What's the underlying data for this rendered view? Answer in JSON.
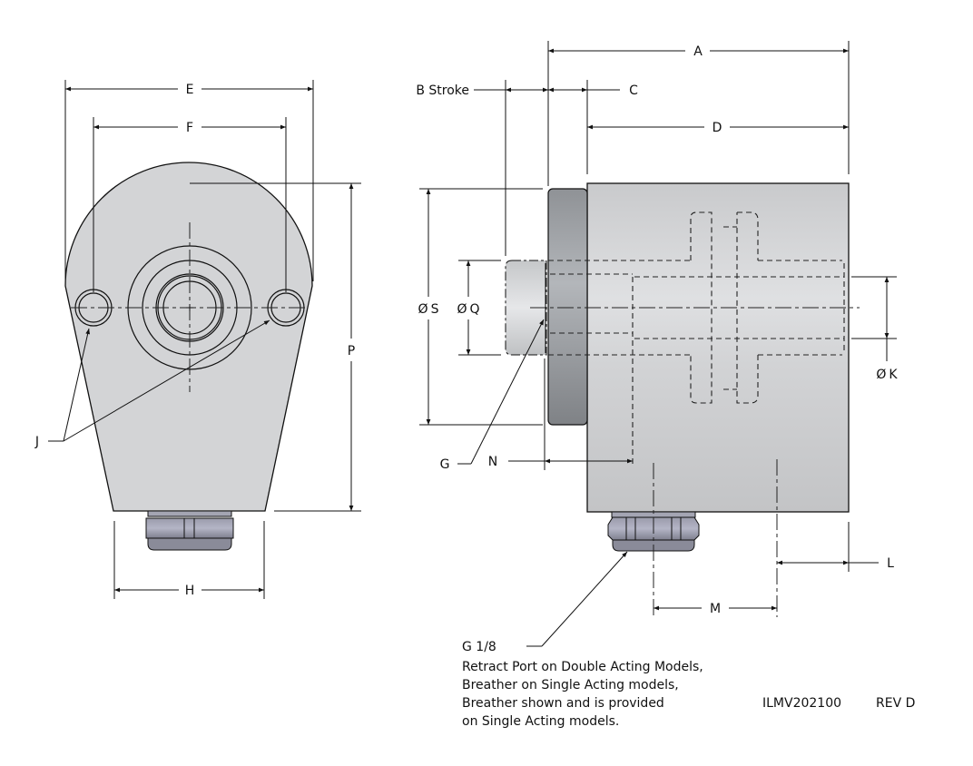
{
  "drawing": {
    "drawing_number": "ILMV202100",
    "revision": "REV D",
    "colors": {
      "body_fill": "#d3d4d6",
      "flange_fill": "#9c9fa4",
      "fitting_fill": "#8e8f9f",
      "line": "#111111"
    }
  },
  "front_view": {
    "dimensions": {
      "E": "E",
      "F": "F",
      "H": "H",
      "P": "P",
      "J": "J"
    }
  },
  "side_view": {
    "dimensions": {
      "A": "A",
      "B": "B Stroke",
      "C": "C",
      "D": "D",
      "S": "S",
      "Q": "Q",
      "K": "K",
      "G": "G",
      "N": "N",
      "L": "L",
      "M": "M"
    },
    "diameter_symbol": "Ø"
  },
  "port_note": {
    "thread": "G 1/8",
    "lines": [
      "Retract Port on Double Acting Models,",
      "Breather on Single Acting models,",
      "Breather shown and is provided",
      "on Single Acting models."
    ]
  }
}
